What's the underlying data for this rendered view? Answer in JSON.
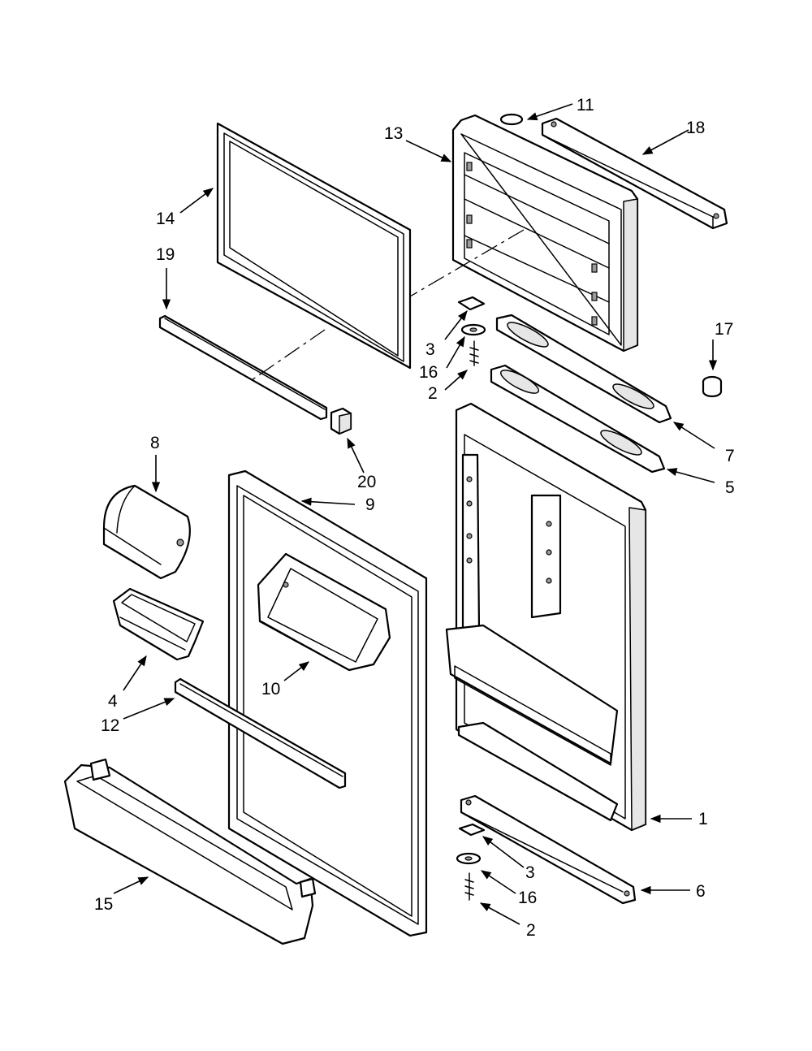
{
  "callouts": [
    {
      "id": "c1",
      "label": "1"
    },
    {
      "id": "c2a",
      "label": "2"
    },
    {
      "id": "c2b",
      "label": "2"
    },
    {
      "id": "c3a",
      "label": "3"
    },
    {
      "id": "c3b",
      "label": "3"
    },
    {
      "id": "c4",
      "label": "4"
    },
    {
      "id": "c5",
      "label": "5"
    },
    {
      "id": "c6",
      "label": "6"
    },
    {
      "id": "c7",
      "label": "7"
    },
    {
      "id": "c8",
      "label": "8"
    },
    {
      "id": "c9",
      "label": "9"
    },
    {
      "id": "c10",
      "label": "10"
    },
    {
      "id": "c11",
      "label": "11"
    },
    {
      "id": "c12",
      "label": "12"
    },
    {
      "id": "c13",
      "label": "13"
    },
    {
      "id": "c14",
      "label": "14"
    },
    {
      "id": "c15",
      "label": "15"
    },
    {
      "id": "c16a",
      "label": "16"
    },
    {
      "id": "c16b",
      "label": "16"
    },
    {
      "id": "c17",
      "label": "17"
    },
    {
      "id": "c18",
      "label": "18"
    },
    {
      "id": "c19",
      "label": "19"
    },
    {
      "id": "c20",
      "label": "20"
    }
  ]
}
